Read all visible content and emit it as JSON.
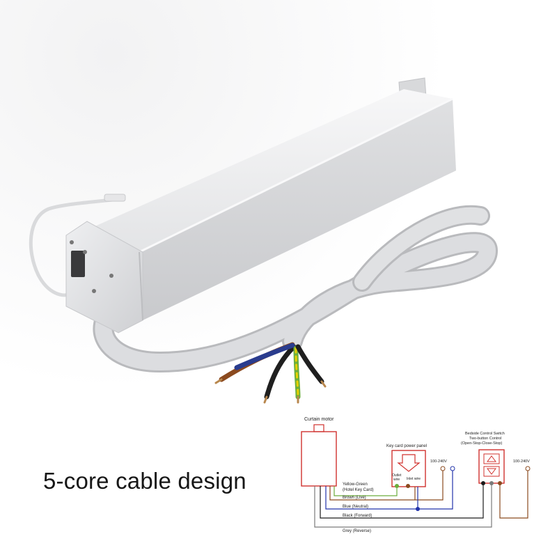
{
  "caption": "5-core cable design",
  "diagram": {
    "motor_label": "Curtain motor",
    "keycard_panel_label": "Key card power panel",
    "outlet_label": "Outlet",
    "wire_label": "wire",
    "inlet_label": "Inlet wire",
    "voltage_left": "100-240V",
    "voltage_right": "100-240V",
    "switch_title_1": "Bedside Control Switch",
    "switch_title_2": "Two-button Control",
    "switch_title_3": "(Open-Stop-Close-Stop)",
    "wire_yellow_green": "Yellow-Green",
    "wire_yellow_green_note": "(Hotel Key Card)",
    "wire_brown": "Brown (Live)",
    "wire_blue": "Blue (Neutral)",
    "wire_black": "Black (Forward)",
    "wire_grey": "Grey (Reverse)"
  },
  "colors": {
    "motor_body": "#e9eaec",
    "cable": "#d8d9db",
    "diagram_red": "#d0312d",
    "wire_yellow_green": "#6cae3c",
    "wire_brown": "#8b4a1f",
    "wire_blue": "#2233aa",
    "wire_black": "#1a1a1a",
    "wire_grey": "#7a7a7a"
  }
}
